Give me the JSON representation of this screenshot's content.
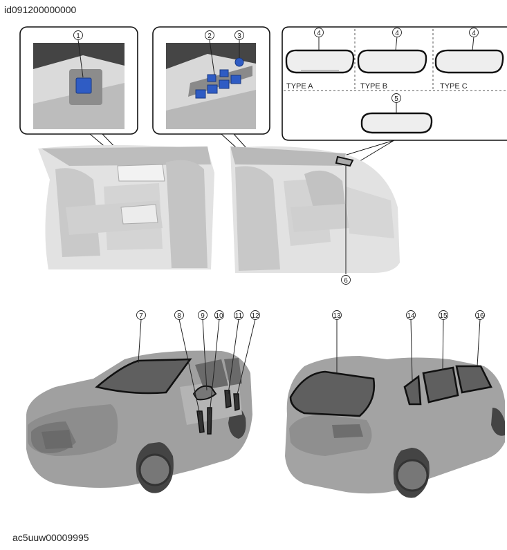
{
  "header": {
    "doc_id": "id091200000000"
  },
  "footer": {
    "image_id": "ac5uuw00009995"
  },
  "callouts": [
    "1",
    "2",
    "3",
    "4",
    "4",
    "4",
    "5",
    "6",
    "7",
    "8",
    "9",
    "10",
    "11",
    "12",
    "13",
    "14",
    "15",
    "16"
  ],
  "mirror_types": {
    "a": "TYPE A",
    "b": "TYPE B",
    "c": "TYPE C"
  },
  "colors": {
    "switch_blue": "#2f5cc4",
    "glass_outline": "#111111",
    "body_gray": "#9c9c9c",
    "interior_gray": "#cfcfcf"
  }
}
